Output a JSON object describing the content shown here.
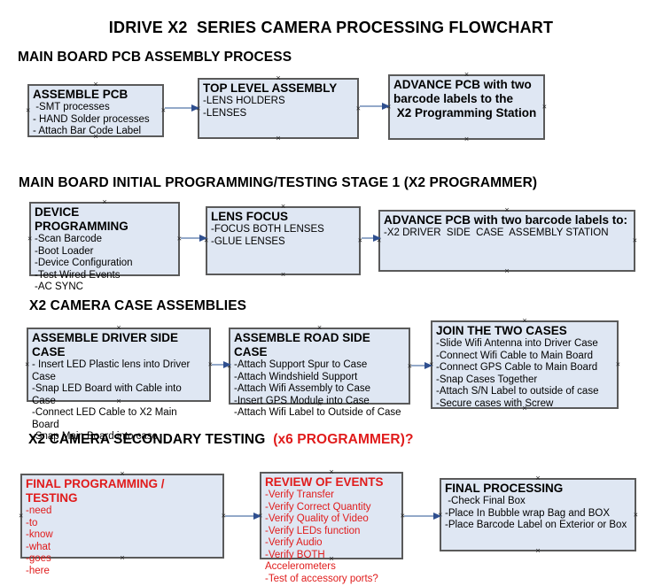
{
  "page": {
    "title": "IDRIVE X2  SERIES CAMERA PROCESSING FLOWCHART"
  },
  "colors": {
    "box_fill": "#dfe7f3",
    "box_border": "#5a5a5a",
    "arrow_line": "#93a9c9",
    "arrow_head": "#2f4f8f",
    "red_text": "#e01b1b",
    "text": "#000000"
  },
  "icons": {
    "connector_anchor": "×"
  },
  "sections": [
    {
      "heading": "MAIN BOARD PCB ASSEMBLY PROCESS",
      "boxes": [
        {
          "title": "ASSEMBLE PCB",
          "items": [
            " -SMT processes",
            "- HAND Solder processes",
            "- Attach Bar Code Label"
          ]
        },
        {
          "title": "TOP LEVEL ASSEMBLY",
          "items": [
            "-LENS HOLDERS",
            "-LENSES"
          ]
        },
        {
          "title": "ADVANCE PCB with two\nbarcode labels to the\n X2 Programming Station",
          "items": []
        }
      ]
    },
    {
      "heading": "MAIN BOARD INITIAL PROGRAMMING/TESTING STAGE 1 (X2 PROGRAMMER)",
      "boxes": [
        {
          "title": "DEVICE PROGRAMMING",
          "items": [
            "-Scan Barcode",
            "-Boot Loader",
            "-Device Configuration",
            "-Test Wired Events",
            "-AC SYNC"
          ]
        },
        {
          "title": "LENS FOCUS",
          "items": [
            "-FOCUS BOTH LENSES",
            "-GLUE LENSES"
          ]
        },
        {
          "title": "ADVANCE PCB with two barcode labels to:",
          "items": [
            "-X2 DRIVER  SIDE  CASE  ASSEMBLY STATION"
          ]
        }
      ]
    },
    {
      "heading": "X2 CAMERA CASE ASSEMBLIES",
      "boxes": [
        {
          "title": "ASSEMBLE DRIVER SIDE CASE",
          "items": [
            "- Insert LED Plastic lens into Driver Case",
            "-Snap LED Board with Cable into Case",
            "-Connect LED Cable to X2 Main Board",
            "-Snap Main Board into case"
          ]
        },
        {
          "title": "ASSEMBLE ROAD SIDE CASE",
          "items": [
            "-Attach Support Spur to Case",
            "-Attach Windshield Support",
            "-Attach Wifi Assembly to Case",
            "-Insert GPS Module into Case",
            "-Attach Wifi Label to Outside of Case"
          ]
        },
        {
          "title": "JOIN THE TWO CASES",
          "items": [
            "-Slide Wifi Antenna into Driver Case",
            "-Connect Wifi Cable to Main Board",
            "-Connect GPS Cable to Main Board",
            "-Snap Cases Together",
            "-Attach S/N Label to outside of case",
            "-Secure cases with Screw"
          ]
        }
      ]
    },
    {
      "heading": "X2 CAMERA SECONDARY TESTING  ",
      "heading_suffix": "(x6 PROGRAMMER)?",
      "boxes": [
        {
          "title": "FINAL PROGRAMMING / TESTING",
          "items": [
            "-need",
            "-to",
            "-know",
            "-what",
            "-goes",
            "-here"
          ]
        },
        {
          "title": "REVIEW OF EVENTS",
          "items": [
            "-Verify Transfer",
            "-Verify Correct Quantity",
            "-Verify Quality of Video",
            "-Verify LEDs function",
            "-Verify Audio",
            "-Verify BOTH Accelerometers",
            "-Test of accessory ports?"
          ]
        },
        {
          "title": "FINAL PROCESSING",
          "items": [
            " -Check Final Box",
            "-Place In Bubble wrap Bag and BOX",
            "-Place Barcode Label on Exterior or Box"
          ]
        }
      ]
    }
  ]
}
